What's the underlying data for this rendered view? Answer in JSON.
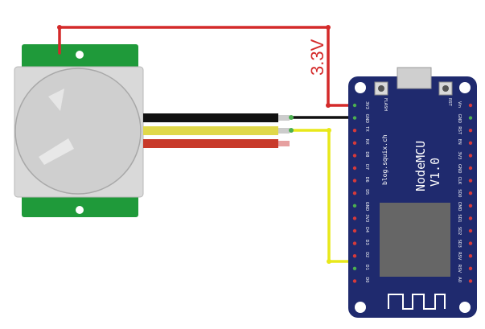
{
  "wiring": {
    "voltage_label": "3.3V",
    "colors": {
      "vcc": "#d42a2a",
      "gnd": "#111111",
      "signal": "#e8e81a",
      "board": "#1f2a6e",
      "sensor_pcb": "#1f9a3a"
    }
  },
  "nodemcu": {
    "title": "NodeMCU",
    "version": "V1.0",
    "site": "blog.squix.ch",
    "button_left": "FLASH",
    "button_right": "RST",
    "pins_left": [
      "3V3",
      "GND",
      "TX",
      "RX",
      "D8",
      "D7",
      "D6",
      "D5",
      "GND",
      "3V3",
      "D4",
      "D3",
      "D2",
      "D1",
      "D0"
    ],
    "pins_right": [
      "Vin",
      "GND",
      "RST",
      "EN",
      "3V3",
      "GND",
      "CLK",
      "SD0",
      "CMD",
      "SD1",
      "SD2",
      "SD3",
      "RSV",
      "RSV",
      "A0"
    ]
  },
  "sensor": {
    "name": "PIR motion sensor",
    "lead_colors": [
      "black",
      "yellow",
      "red"
    ]
  }
}
